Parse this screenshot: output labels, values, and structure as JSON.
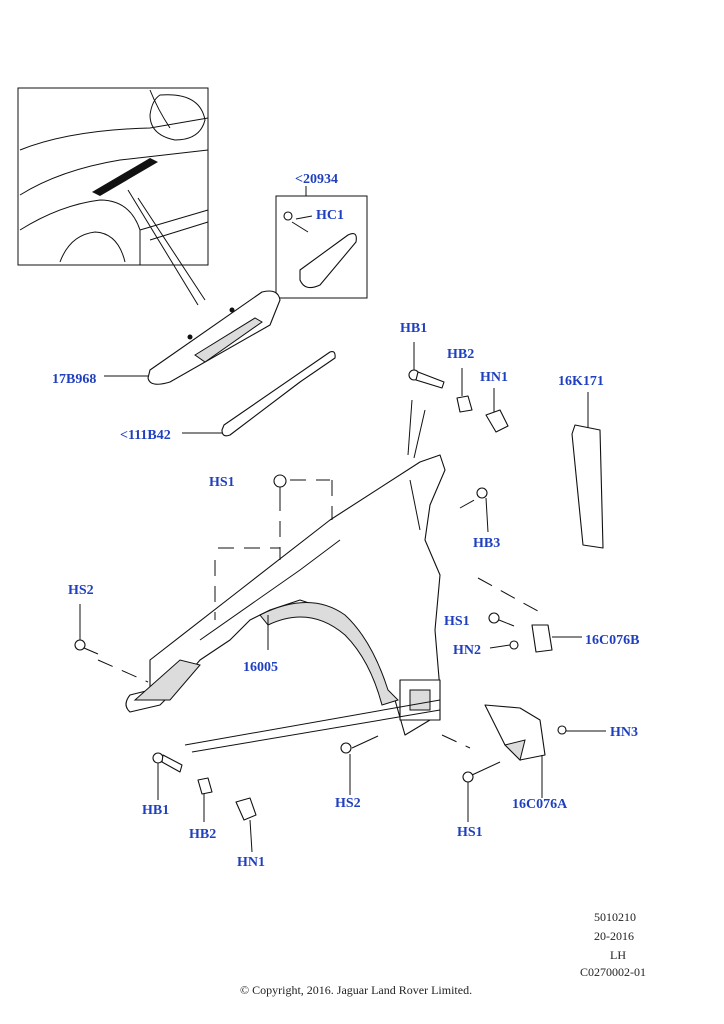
{
  "labels": {
    "p20934": "<20934",
    "hc1": "HC1",
    "hb1_top": "HB1",
    "hb2_top": "HB2",
    "hn1_top": "HN1",
    "p16k171": "16K171",
    "p17b968": "17B968",
    "p111b42": "<111B42",
    "hs1_top": "HS1",
    "hb3": "HB3",
    "hs2_left": "HS2",
    "hs1_mid": "HS1",
    "p16c076b": "16C076B",
    "hn2": "HN2",
    "p16005": "16005",
    "hn3": "HN3",
    "hb1_bottom": "HB1",
    "hb2_bottom": "HB2",
    "hn1_bottom": "HN1",
    "hs2_bottom": "HS2",
    "p16c076a": "16C076A",
    "hs1_bottom": "HS1"
  },
  "meta": {
    "ref_number": "5010210",
    "date_code": "20-2016",
    "side": "LH",
    "drawing_id": "C0270002-01",
    "copyright": "© Copyright, 2016. Jaguar Land Rover Limited."
  },
  "colors": {
    "label": "#1f3fbf",
    "line": "#111111"
  }
}
